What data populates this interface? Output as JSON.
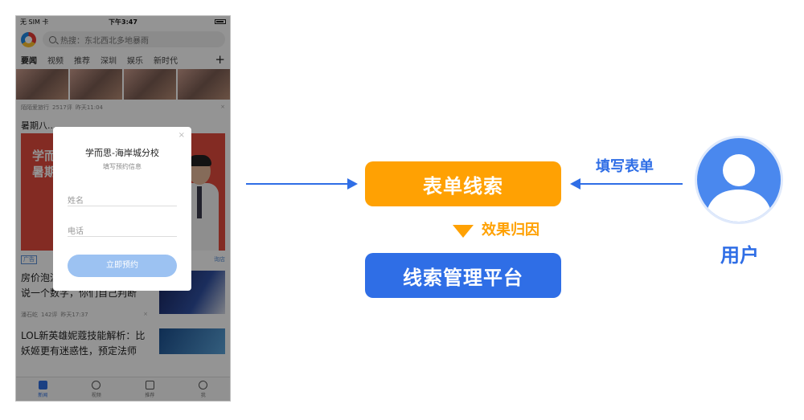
{
  "phone": {
    "status": {
      "carrier": "无 SIM 卡",
      "time": "下午3:47"
    },
    "search_placeholder": "热搜：东北西北多地暴雨",
    "tabs": [
      "要闻",
      "视频",
      "推荐",
      "深圳",
      "娱乐",
      "新时代"
    ],
    "plus": "+",
    "feed1_meta": {
      "source": "陌陌爱旅行",
      "comments": "2517评",
      "time": "昨天11:04"
    },
    "section_title": "暑期八...",
    "banner_text": [
      "学而",
      "暑期"
    ],
    "ad_badge": "广告",
    "ad_tail": "询店",
    "news": [
      {
        "title": "房价泡沫了吗？潘石屹：我就说一个数字，你们自己判断",
        "source": "潘石屹",
        "comments": "142评",
        "time": "昨天17:37"
      },
      {
        "title": "LOL新英雄妮蔻技能解析：比妖姬更有迷惑性，预定法师一..."
      }
    ],
    "close_x": "×",
    "bottom_nav": [
      "新闻",
      "视频",
      "推荐",
      "我"
    ],
    "modal": {
      "title": "学而思-海岸城分校",
      "subtitle": "填写预约信息",
      "name_placeholder": "姓名",
      "phone_placeholder": "电话",
      "submit_label": "立即预约",
      "close": "×"
    }
  },
  "flow": {
    "form_leads": "表单线索",
    "fill_form": "填写表单",
    "attribution": "效果归因",
    "leads_platform": "线索管理平台",
    "user": "用户"
  },
  "colors": {
    "orange": "#ffa103",
    "blue": "#2f6ee6",
    "avatar_ring": "#4a88ee",
    "modal_button": "#9cc2f2"
  }
}
